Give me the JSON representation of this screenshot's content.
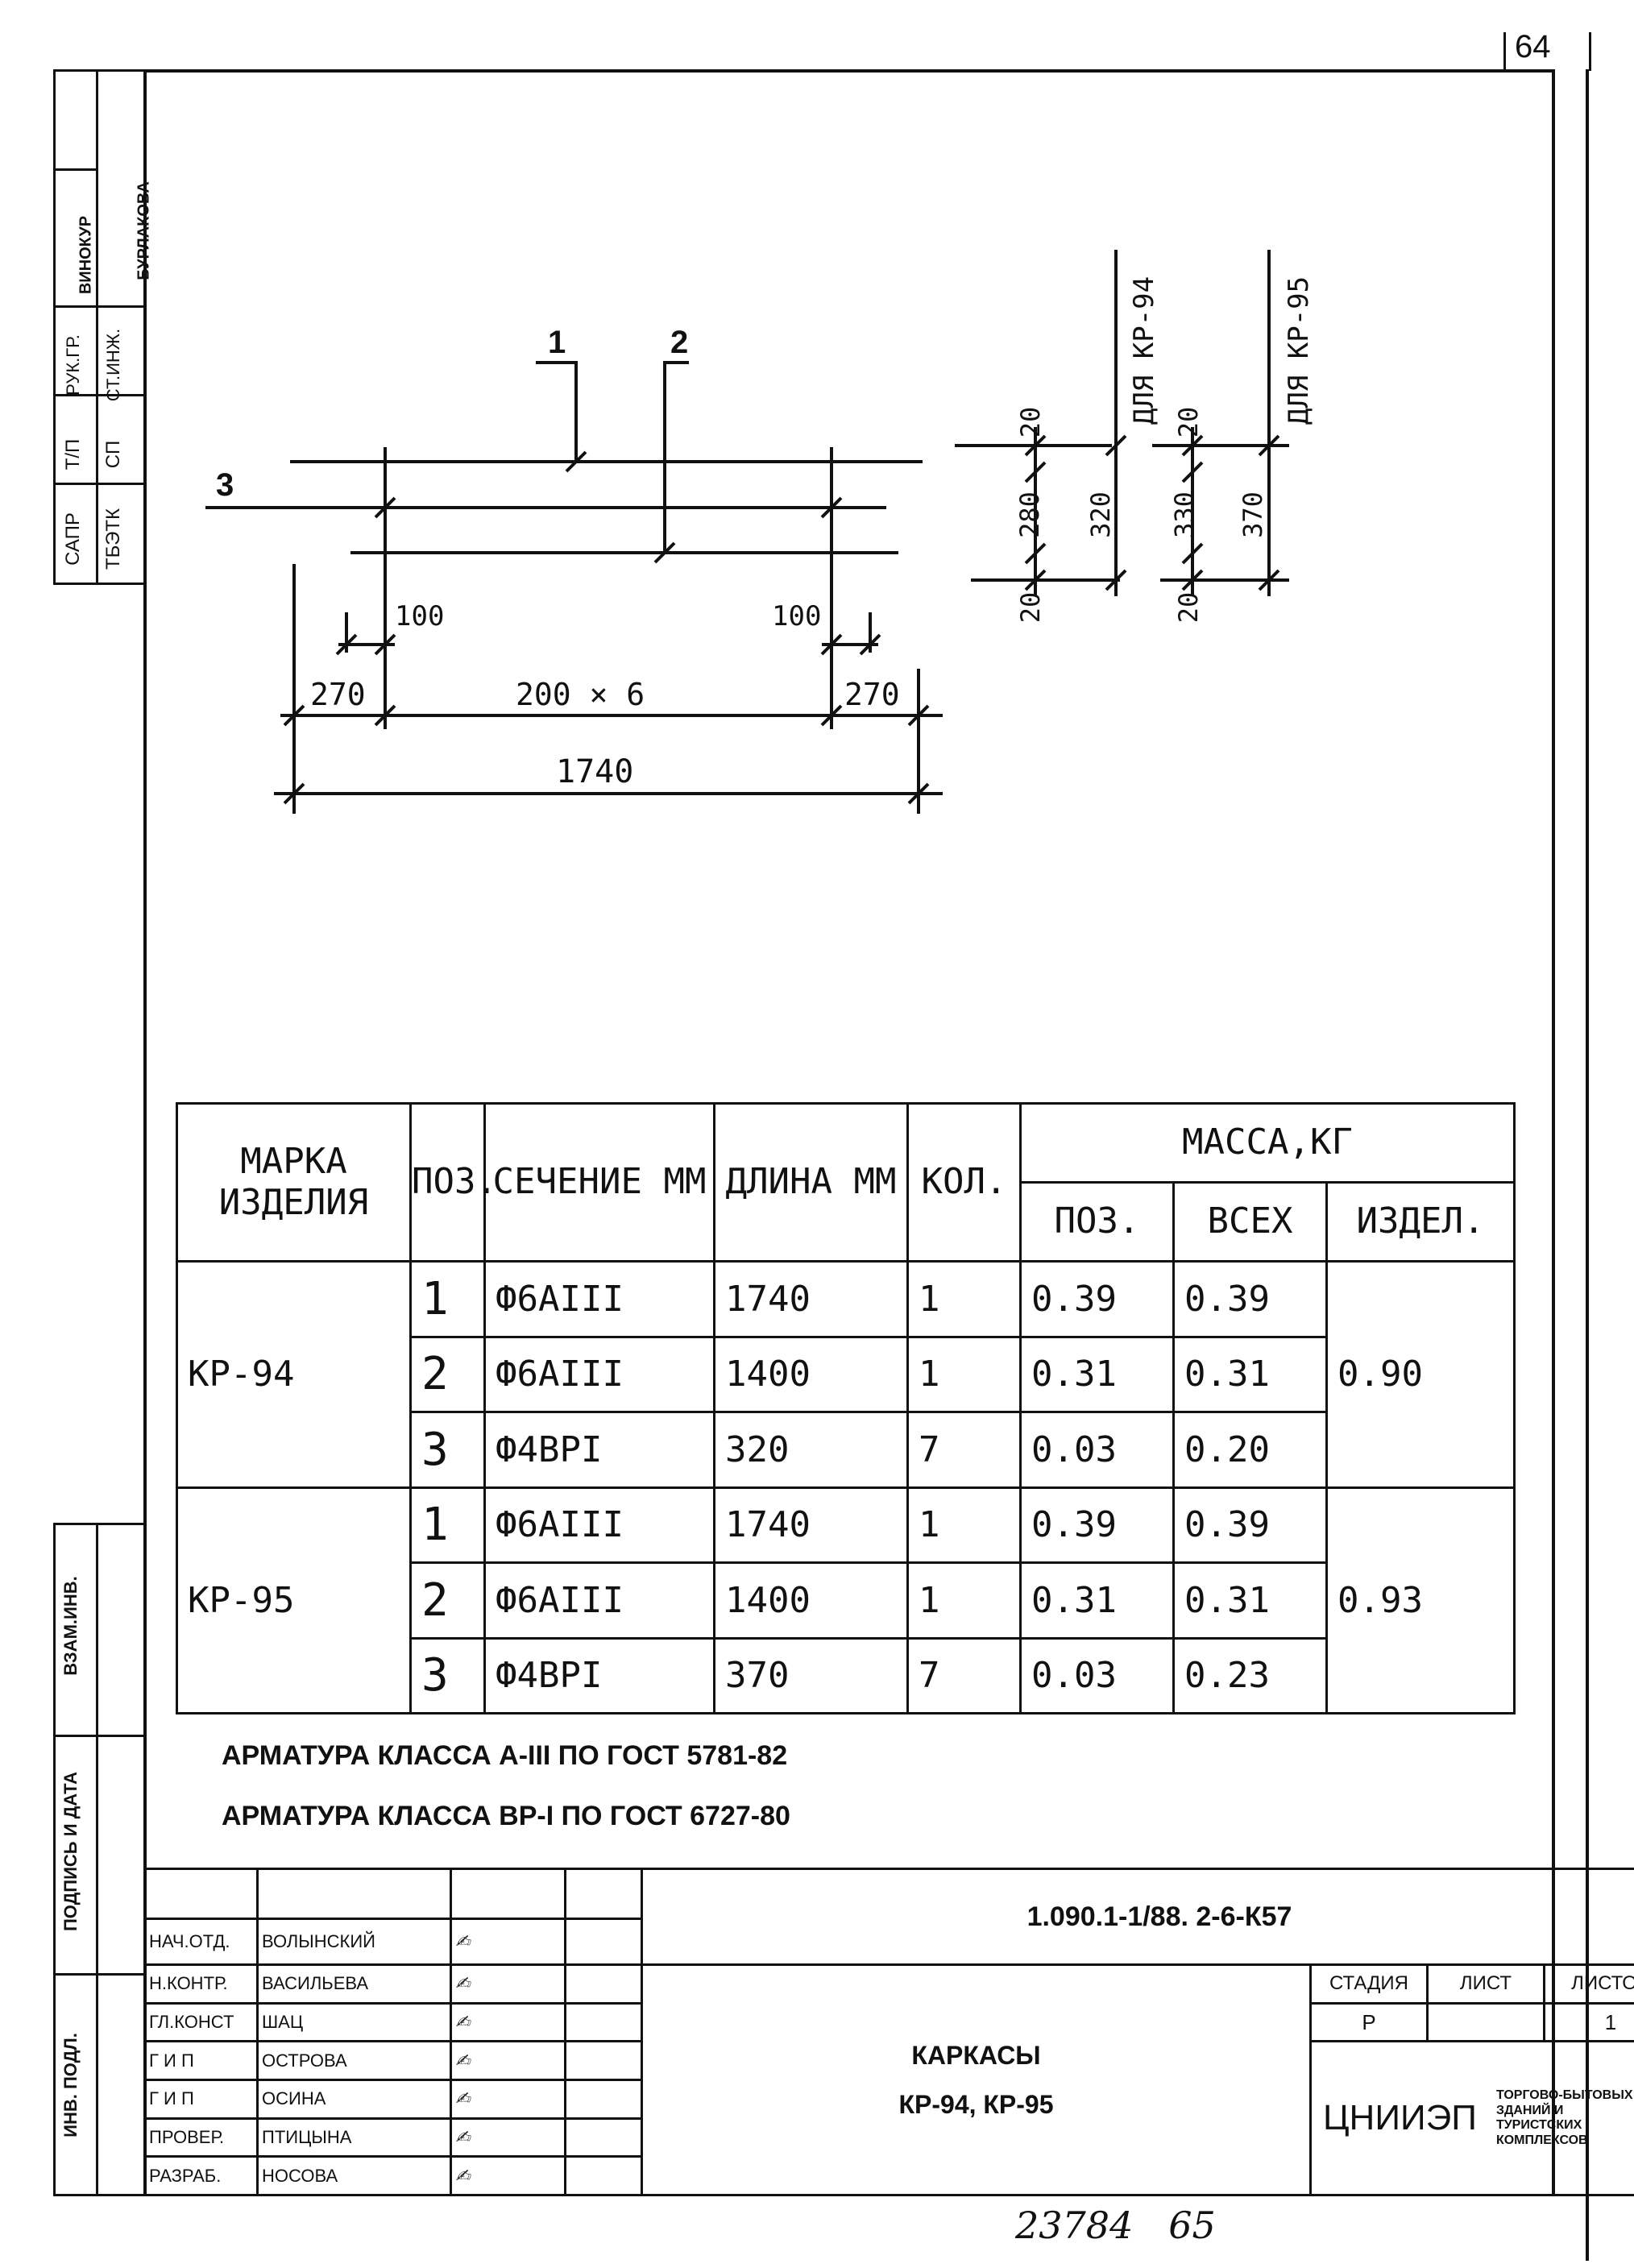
{
  "sheet_number": "64",
  "left_stamp": {
    "top_cells": [
      {
        "left": "САПР",
        "right": "ТБЭТК"
      },
      {
        "left": "Т/П",
        "right": "СП"
      },
      {
        "left": "РУК.ГР.",
        "right": "СТ.ИНЖ."
      },
      {
        "left": "ВИНОКУР",
        "right": "БУРЛАКОВА"
      }
    ],
    "bottom_cells": [
      "ВЗАМ.ИНВ.",
      "ПОДПИСЬ И ДАТА",
      "ИНВ. ПОДЛ."
    ]
  },
  "drawing": {
    "callouts": {
      "bar1": "1",
      "bar2": "2",
      "bar3": "3"
    },
    "dims": {
      "edge_left": "100",
      "edge_right": "100",
      "end_left": "270",
      "spacing": "200 × 6",
      "end_right": "270",
      "total": "1740"
    },
    "section_kp94": {
      "label": "ДЛЯ КР-94",
      "top": "20",
      "inner": "280",
      "bottom": "20",
      "overall": "320"
    },
    "section_kp95": {
      "label": "ДЛЯ КР-95",
      "top": "20",
      "inner": "330",
      "bottom": "20",
      "overall": "370"
    }
  },
  "spec_table": {
    "headers": {
      "mark": "МАРКА ИЗДЕЛИЯ",
      "pos": "ПОЗ.",
      "section": "СЕЧЕНИЕ ММ",
      "length": "ДЛИНА ММ",
      "qty": "КОЛ.",
      "mass": "МАССА,КГ",
      "mass_pos": "ПОЗ.",
      "mass_all": "ВСЕХ",
      "mass_item": "ИЗДЕЛ."
    },
    "groups": [
      {
        "mark": "КР-94",
        "total": "0.90",
        "rows": [
          {
            "pos": "1",
            "section": "Ф6АIII",
            "length": "1740",
            "qty": "1",
            "mass_pos": "0.39",
            "mass_all": "0.39"
          },
          {
            "pos": "2",
            "section": "Ф6АIII",
            "length": "1400",
            "qty": "1",
            "mass_pos": "0.31",
            "mass_all": "0.31"
          },
          {
            "pos": "3",
            "section": "Ф4ВРI",
            "length": "320",
            "qty": "7",
            "mass_pos": "0.03",
            "mass_all": "0.20"
          }
        ]
      },
      {
        "mark": "КР-95",
        "total": "0.93",
        "rows": [
          {
            "pos": "1",
            "section": "Ф6АIII",
            "length": "1740",
            "qty": "1",
            "mass_pos": "0.39",
            "mass_all": "0.39"
          },
          {
            "pos": "2",
            "section": "Ф6АIII",
            "length": "1400",
            "qty": "1",
            "mass_pos": "0.31",
            "mass_all": "0.31"
          },
          {
            "pos": "3",
            "section": "Ф4ВРI",
            "length": "370",
            "qty": "7",
            "mass_pos": "0.03",
            "mass_all": "0.23"
          }
        ]
      }
    ]
  },
  "notes": [
    "АРМАТУРА КЛАССА А-III ПО ГОСТ 5781-82",
    "АРМАТУРА КЛАССА ВР-I ПО ГОСТ 6727-80"
  ],
  "title_block": {
    "doc_code": "1.090.1-1/88. 2-6-К57",
    "title_line1": "КАРКАСЫ",
    "title_line2": "КР-94, КР-95",
    "signatories": [
      {
        "role": "НАЧ.ОТД.",
        "name": "ВОЛЫНСКИЙ"
      },
      {
        "role": "Н.КОНТР.",
        "name": "ВАСИЛЬЕВА"
      },
      {
        "role": "ГЛ.КОНСТ",
        "name": "ШАЦ"
      },
      {
        "role": "Г И П",
        "name": "ОСТРОВА"
      },
      {
        "role": "Г И П",
        "name": "ОСИНА"
      },
      {
        "role": "ПРОВЕР.",
        "name": "ПТИЦЫНА"
      },
      {
        "role": "РАЗРАБ.",
        "name": "НОСОВА"
      }
    ],
    "stage_header": "СТАДИЯ",
    "sheet_header": "ЛИСТ",
    "sheets_header": "ЛИСТОВ",
    "stage": "Р",
    "sheet": "",
    "sheets": "1",
    "org": "ЦНИИЭП",
    "org_sub": "ТОРГОВО-БЫТОВЫХ ЗДАНИЙ И ТУРИСТСКИХ КОМПЛЕКСОВ"
  },
  "handwritten_footer": "23784   65"
}
